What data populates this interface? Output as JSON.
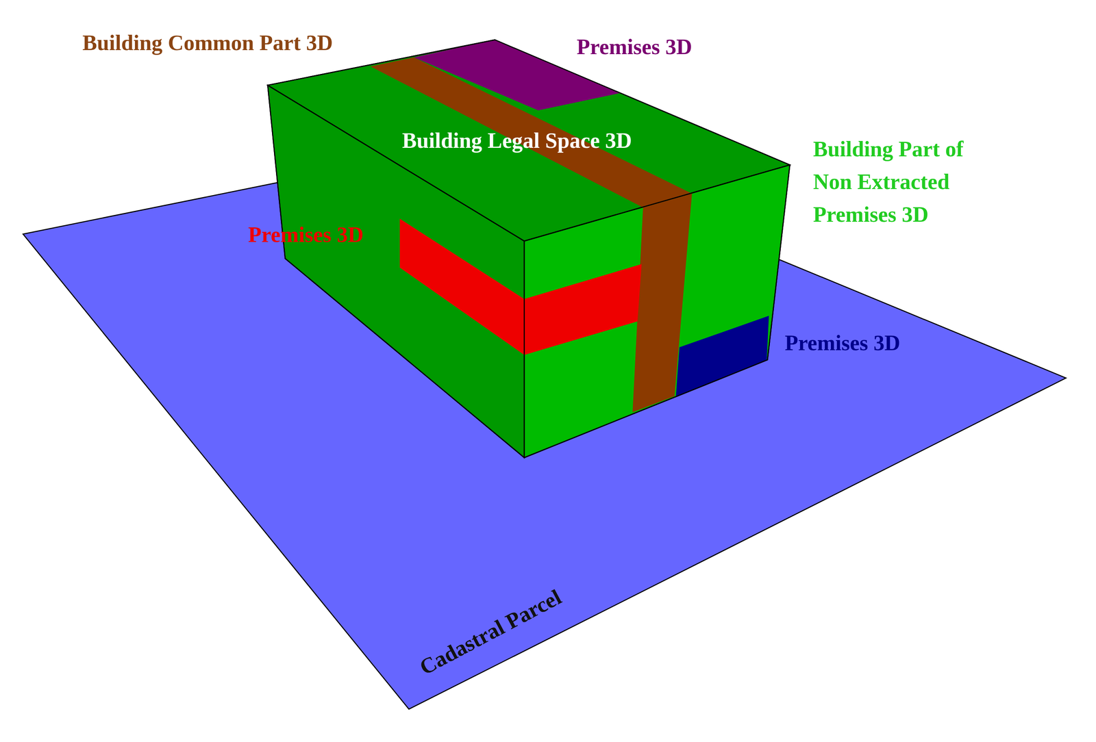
{
  "diagram": {
    "labels": [
      "Building Common Part 3D",
      "Premises 3D",
      "Building Legal Space 3D",
      "Building Part of Non Extracted Premises 3D",
      "Premises 3D",
      "Premises 3D",
      "Cadastral Parcel"
    ]
  }
}
